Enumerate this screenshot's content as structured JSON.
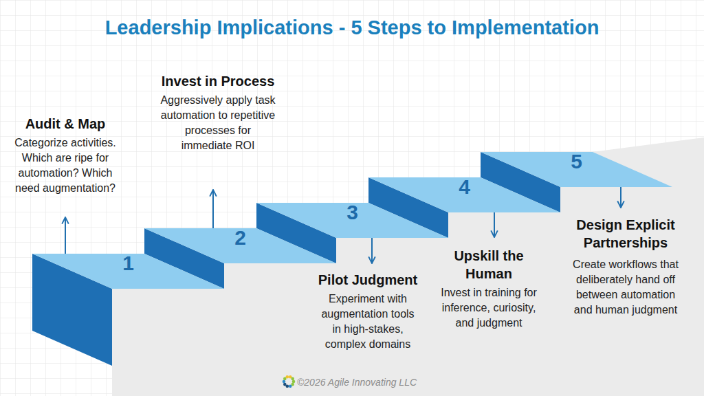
{
  "diagram": {
    "title": "Leadership Implications - 5 Steps to Implementation",
    "nodes": [
      {
        "text": [
          "1"
        ]
      },
      {
        "text": [
          "Audit & Map",
          "Categorize activities. Which are ripe for automation? Which need augmentation?"
        ]
      },
      {
        "text": [
          "2"
        ]
      },
      {
        "text": [
          "Invest in Process",
          "Aggressively apply task automation to repetitive processes for immediate ROI"
        ]
      },
      {
        "text": [
          "3"
        ]
      },
      {
        "text": [
          "Pilot Judgment",
          "Experiment with augmentation tools in high-stakes, complex domains"
        ]
      },
      {
        "text": [
          "4"
        ]
      },
      {
        "text": [
          "Upskill the Human",
          "Invest in training for inference, curiosity, and judgment"
        ]
      },
      {
        "text": [
          "5"
        ]
      },
      {
        "text": [
          "Design Explicit Partnerships",
          "Create workflows that deliberately hand off between automation and human judgment"
        ]
      }
    ],
    "edges": [
      {
        "from": 0,
        "to": 1,
        "arrow": "to"
      },
      {
        "from": 2,
        "to": 3,
        "arrow": "to"
      },
      {
        "from": 4,
        "to": 5,
        "arrow": "to"
      },
      {
        "from": 6,
        "to": 7,
        "arrow": "to"
      },
      {
        "from": 8,
        "to": 9,
        "arrow": "to"
      }
    ],
    "labels": [
      "©2026 Agile Innovating LLC"
    ]
  }
}
